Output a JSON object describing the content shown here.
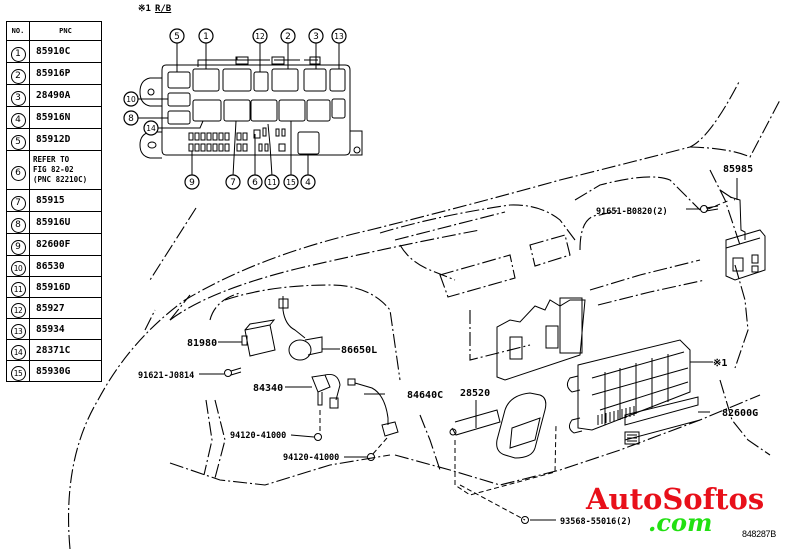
{
  "table": {
    "headers": {
      "no": "NO.",
      "pnc": "PNC"
    },
    "rows": [
      {
        "no": "1",
        "pnc": "85910C"
      },
      {
        "no": "2",
        "pnc": "85916P"
      },
      {
        "no": "3",
        "pnc": "28490A"
      },
      {
        "no": "4",
        "pnc": "85916N"
      },
      {
        "no": "5",
        "pnc": "85912D"
      },
      {
        "no": "6",
        "pnc": "REFER TO\nFIG 82-02\n(PNC 82210C)"
      },
      {
        "no": "7",
        "pnc": "85915"
      },
      {
        "no": "8",
        "pnc": "85916U"
      },
      {
        "no": "9",
        "pnc": "82600F"
      },
      {
        "no": "10",
        "pnc": "86530"
      },
      {
        "no": "11",
        "pnc": "85916D"
      },
      {
        "no": "12",
        "pnc": "85927"
      },
      {
        "no": "13",
        "pnc": "85934"
      },
      {
        "no": "14",
        "pnc": "28371C"
      },
      {
        "no": "15",
        "pnc": "85930G"
      }
    ]
  },
  "inset": {
    "note_mark": "※1",
    "note_label": "R/B",
    "callouts_top": [
      "5",
      "1",
      "12",
      "2",
      "3",
      "13"
    ],
    "callouts_left": [
      "10",
      "8",
      "14"
    ],
    "callouts_bottom": [
      "9",
      "7",
      "6",
      "11",
      "15",
      "4"
    ]
  },
  "labels": {
    "p85985": "85985",
    "p91651": "91651-B0820(2)",
    "p81980": "81980",
    "p86650l": "86650L",
    "p91621": "91621-J0814",
    "p84340": "84340",
    "p84640c": "84640C",
    "p28520": "28520",
    "p94120a": "94120-41000",
    "p94120b": "94120-41000",
    "ref1": "※1",
    "p82600g": "82600G",
    "p93568": "93568-55016(2)"
  },
  "watermark": {
    "line1": "AutoSoftos",
    "line2": ".com",
    "color1": "#e8101a",
    "color2": "#22e012"
  },
  "figure_code": "848287B"
}
